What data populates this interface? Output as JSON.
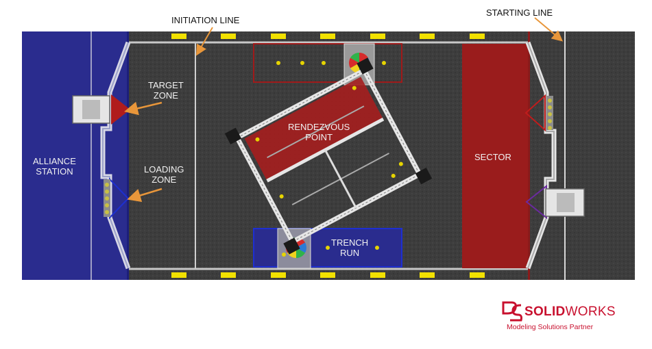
{
  "labels": {
    "initiation_line": "INITIATION LINE",
    "starting_line": "STARTING LINE",
    "target_zone": [
      "TARGET",
      "ZONE"
    ],
    "loading_zone": [
      "LOADING",
      "ZONE"
    ],
    "alliance_station": [
      "ALLIANCE",
      "STATION"
    ],
    "rendezvous_point": [
      "RENDEZVOUS",
      "POINT"
    ],
    "sector": "SECTOR",
    "trench_run": [
      "TRENCH",
      "RUN"
    ]
  },
  "logo": {
    "brand_bold": "SOLID",
    "brand_rest": "WORKS",
    "tagline": "Modeling Solutions Partner"
  },
  "colors": {
    "carpet": "#3c3c3c",
    "blue_alliance": "#26288a",
    "red_alliance": "#9a1c1c",
    "arrow": "#e8963a",
    "logo_red": "#c8102e"
  }
}
